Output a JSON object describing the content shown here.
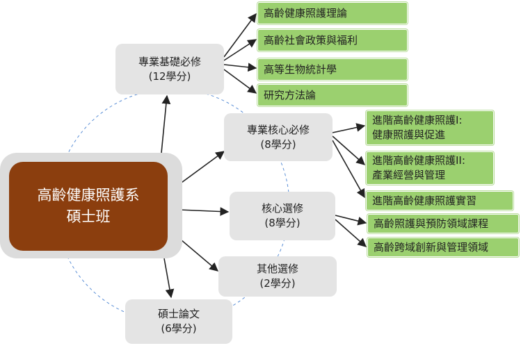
{
  "center": {
    "line1": "高齡健康照護系",
    "line2": "碩士班"
  },
  "categories": {
    "foundation": {
      "title": "專業基礎必修",
      "credits": "(12學分)"
    },
    "core": {
      "title": "專業核心必修",
      "credits": "(8學分)"
    },
    "core_elective": {
      "title": "核心選修",
      "credits": "(8學分)"
    },
    "other_elective": {
      "title": "其他選修",
      "credits": "(2學分)"
    },
    "thesis": {
      "title": "碩士論文",
      "credits": "(6學分)"
    }
  },
  "courses": {
    "foundation": [
      "高齡健康照護理論",
      "高齡社會政策與福利",
      "高等生物統計學",
      "研究方法論"
    ],
    "core": [
      {
        "line1": "進階高齡健康照護I:",
        "line2": "健康照護與促進"
      },
      {
        "line1": "進階高齡健康照護II:",
        "line2": "產業經營與管理"
      },
      {
        "line1": "進階高齡健康照護實習",
        "line2": ""
      }
    ],
    "core_elective": [
      "高齡照護與預防領域課程",
      "高齡跨域創新與管理領域"
    ]
  }
}
